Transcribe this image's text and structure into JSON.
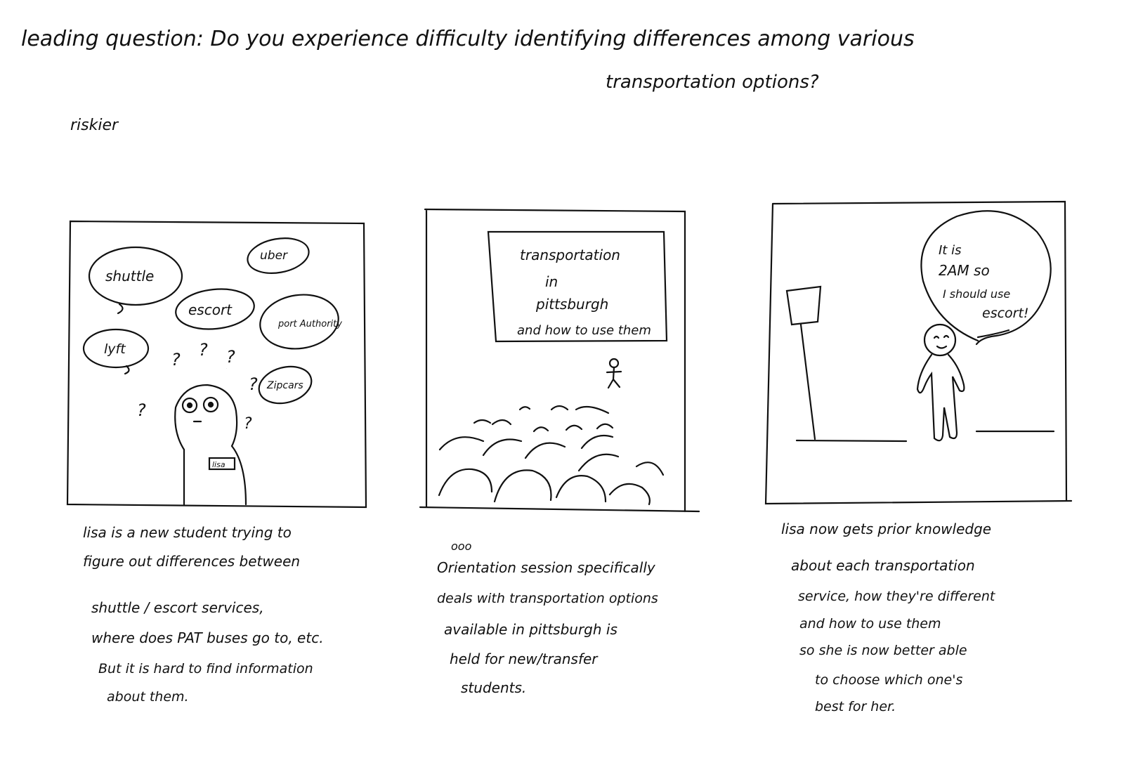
{
  "header": {
    "line1": "leading question: Do you experience difficulty identifying differences among various",
    "line2": "transportation options?",
    "tag": "riskier"
  },
  "panel1": {
    "bubbles": [
      "shuttle",
      "uber",
      "escort",
      "port Authority",
      "lyft",
      "Zipcars"
    ],
    "marks": [
      "?",
      "?",
      "?",
      "?",
      "?",
      "?",
      "?"
    ],
    "name_tag": "lisa",
    "caption": [
      "lisa is a new student trying to",
      "figure out differences between",
      "shuttle / escort services,",
      "where does PAT buses go to, etc.",
      "But it is hard to find information",
      "about them."
    ]
  },
  "panel2": {
    "screen": [
      "transportation",
      "in",
      "pittsburgh",
      "and how to use them"
    ],
    "caption_scribble": "ooo",
    "caption": [
      "Orientation session specifically",
      "deals with transportation options",
      "available in pittsburgh is",
      "held for new/transfer",
      "students."
    ]
  },
  "panel3": {
    "speech": [
      "It is",
      "2AM so",
      "I should use",
      "escort!"
    ],
    "caption": [
      "lisa now gets prior knowledge",
      "about each transportation",
      "service, how they're different",
      "and how to use them",
      "so she is now better able",
      "to choose which one's",
      "best for her."
    ]
  },
  "colors": {
    "ink": "#111111",
    "paper": "#ffffff"
  }
}
